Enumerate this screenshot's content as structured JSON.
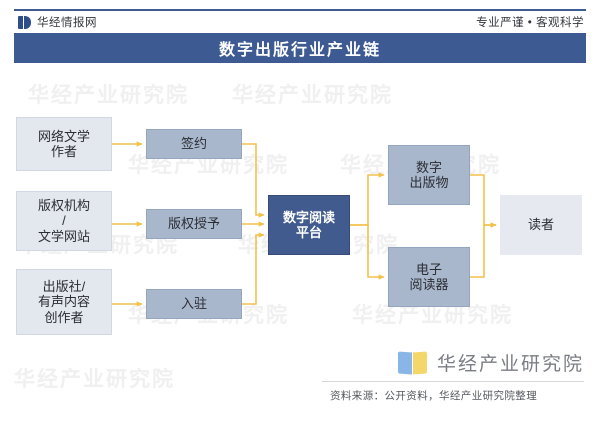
{
  "header": {
    "brand_mark_icon": "book-logo-icon",
    "brand_name": "华经情报网",
    "slogan": "专业严谨 • 客观科学"
  },
  "title": {
    "text": "数字出版行业产业链"
  },
  "watermark": {
    "text": "华经产业研究院"
  },
  "diagram": {
    "sources": [
      {
        "id": "src-1",
        "label": "网络文学\n作者"
      },
      {
        "id": "src-2",
        "label": "版权机构\n/\n文学网站"
      },
      {
        "id": "src-3",
        "label": "出版社/\n有声内容\n创作者"
      }
    ],
    "processes": [
      {
        "id": "proc-1",
        "label": "签约"
      },
      {
        "id": "proc-2",
        "label": "版权授予"
      },
      {
        "id": "proc-3",
        "label": "入驻"
      }
    ],
    "hub": {
      "id": "hub",
      "label": "数字阅读\n平台"
    },
    "outputs": [
      {
        "id": "out-1",
        "label": "数字\n出版物"
      },
      {
        "id": "out-2",
        "label": "电子\n阅读器"
      }
    ],
    "sink": {
      "id": "sink",
      "label": "读者"
    },
    "colors": {
      "source_fill": "#e3e7ee",
      "process_fill": "#a9b7cd",
      "hub_fill": "#415b8e",
      "sink_fill": "#e6e9ef",
      "arrow": "#f2c14b",
      "banner": "#3d5b92"
    }
  },
  "footer": {
    "source_note": "资料来源：公开资料，华经产业研究院整理",
    "institute_name": "华经产业研究院",
    "institute_logo_icon": "open-book-icon"
  }
}
